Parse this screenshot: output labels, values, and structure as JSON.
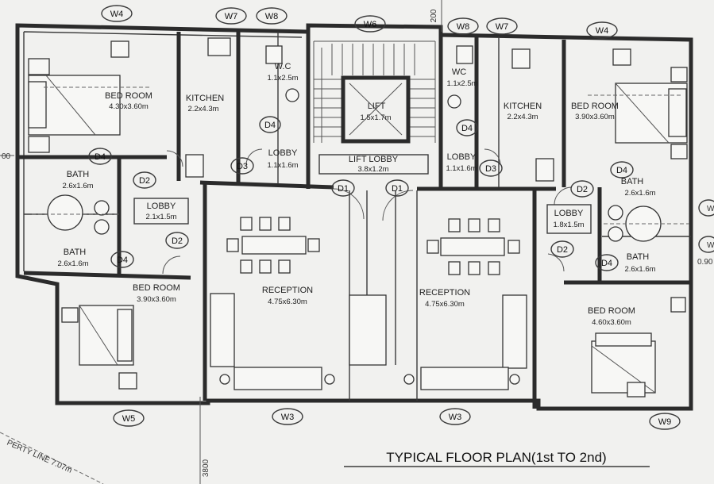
{
  "title": "TYPICAL FLOOR PLAN(1st TO 2nd)",
  "margin_marks": {
    "top_dim": "200",
    "left_dim": "00",
    "bottom_dim": "3800",
    "property_line": "PERTY LINE 7.07m",
    "right_upper": "W",
    "right_lower": "W",
    "right_lower2": "0.90"
  },
  "tags": {
    "w4_left": "W4",
    "w7_left": "W7",
    "w8_left": "W8",
    "w6": "W6",
    "w8_right": "W8",
    "w7_right": "W7",
    "w4_right": "W4",
    "w5": "W5",
    "w3_left": "W3",
    "w3_right": "W3",
    "w9": "W9",
    "d4_left_top": "D4",
    "d2_left_top": "D2",
    "d2_left_bottom": "D2",
    "d4_left_bottom": "D4",
    "d3_left": "D3",
    "d4_wc_left": "D4",
    "d1_left": "D1",
    "d1_right": "D1",
    "d4_wc_right": "D4",
    "d3_right": "D3",
    "d4_right_top": "D4",
    "d2_right_top": "D2",
    "d2_right_bottom": "D2",
    "d4_right_bottom": "D4"
  },
  "rooms": {
    "bed_tl": {
      "name": "BED ROOM",
      "dim": "4.30x3.60m"
    },
    "kitchen_l": {
      "name": "KITCHEN",
      "dim": "2.2x4.3m"
    },
    "wc_l": {
      "name": "W.C",
      "dim": "1.1x2.5m"
    },
    "lobby_sl": {
      "name": "LOBBY",
      "dim": "1.1x1.6m"
    },
    "lift": {
      "name": "LIFT",
      "dim": "1.5x1.7m"
    },
    "lift_lobby": {
      "name": "LIFT LOBBY",
      "dim": "3.8x1.2m"
    },
    "wc_r": {
      "name": "WC",
      "dim": "1.1x2.5m"
    },
    "lobby_sr": {
      "name": "LOBBY",
      "dim": "1.1x1.6m"
    },
    "kitchen_r": {
      "name": "KITCHEN",
      "dim": "2.2x4.3m"
    },
    "bed_tr": {
      "name": "BED ROOM",
      "dim": "3.90x3.60m"
    },
    "bath_l1": {
      "name": "BATH",
      "dim": "2.6x1.6m"
    },
    "bath_l2": {
      "name": "BATH",
      "dim": "2.6x1.6m"
    },
    "lobby_l": {
      "name": "LOBBY",
      "dim": "2.1x1.5m"
    },
    "bath_r1": {
      "name": "BATH",
      "dim": "2.6x1.6m"
    },
    "bath_r2": {
      "name": "BATH",
      "dim": "2.6x1.6m"
    },
    "lobby_r": {
      "name": "LOBBY",
      "dim": "1.8x1.5m"
    },
    "bed_bl": {
      "name": "BED ROOM",
      "dim": "3.90x3.60m"
    },
    "reception_l": {
      "name": "RECEPTION",
      "dim": "4.75x6.30m"
    },
    "reception_r": {
      "name": "RECEPTION",
      "dim": "4.75x6.30m"
    },
    "bed_br": {
      "name": "BED ROOM",
      "dim": "4.60x3.60m"
    }
  }
}
